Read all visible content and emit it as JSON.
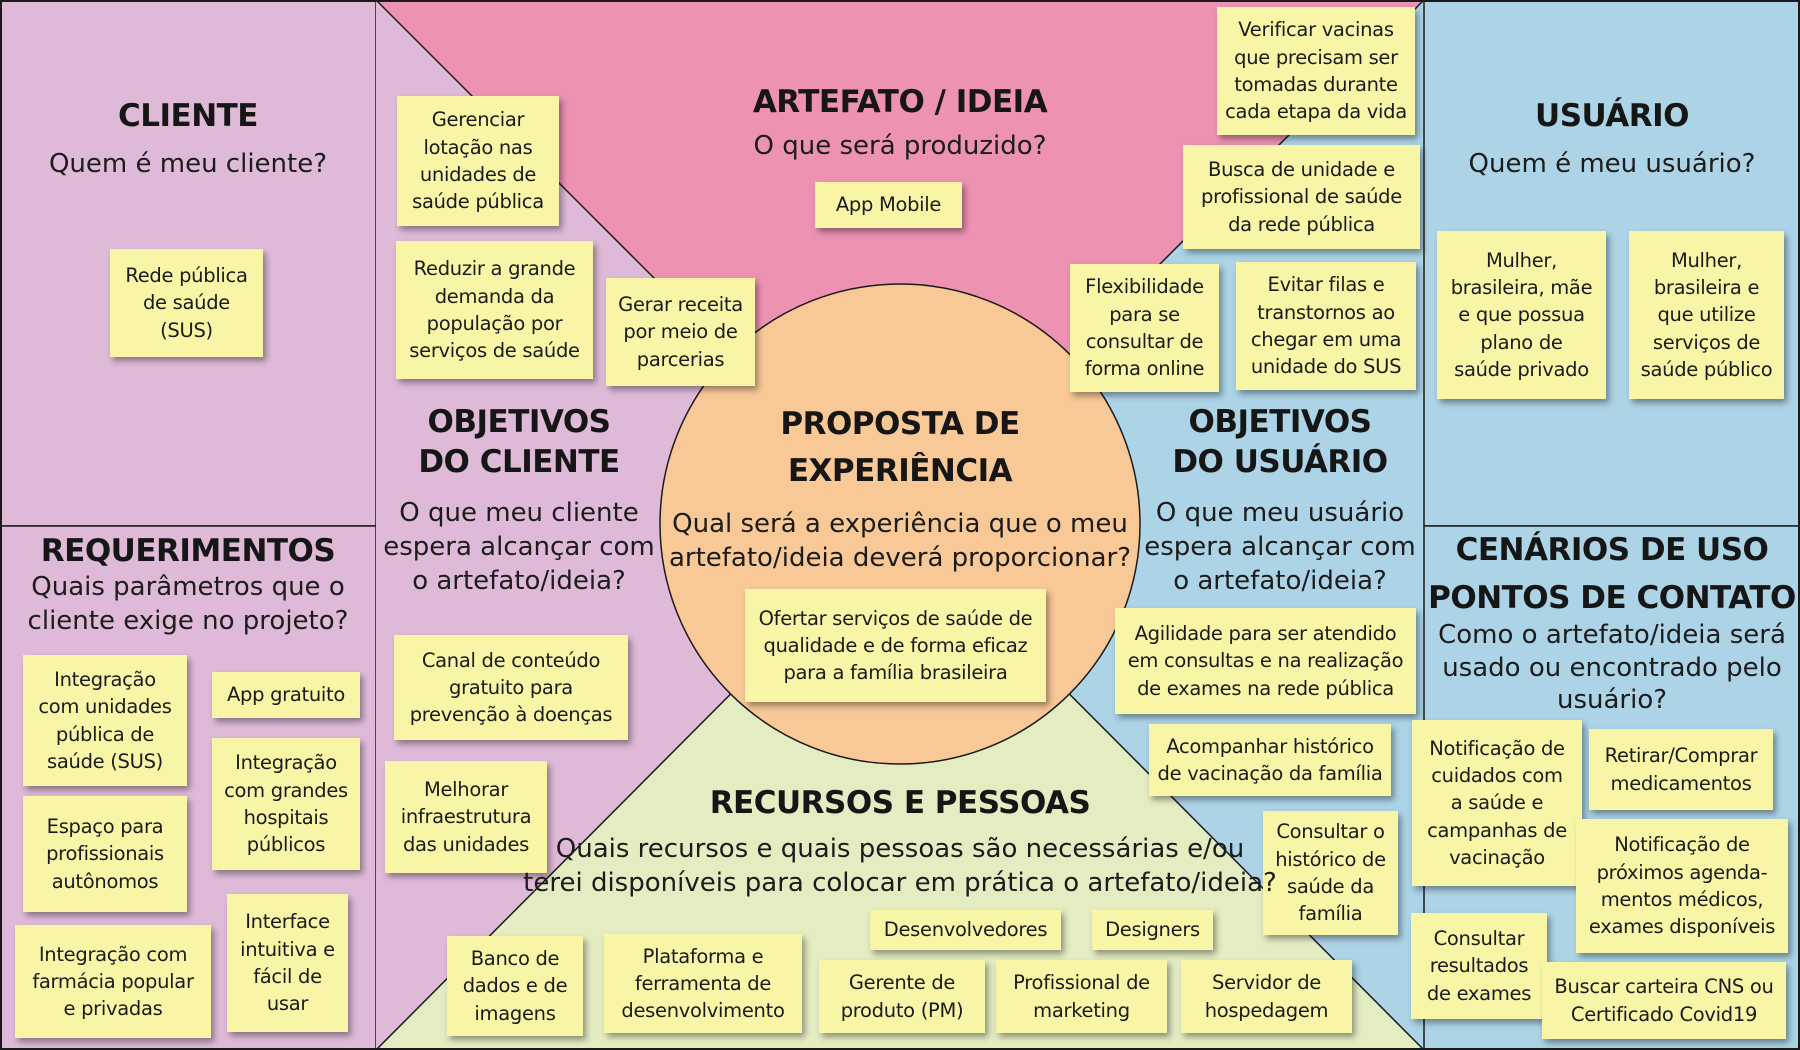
{
  "sections": {
    "cliente": {
      "title": "CLIENTE",
      "question": "Quem é meu cliente?"
    },
    "artefato": {
      "title": "ARTEFATO / IDEIA",
      "question": "O que será produzido?"
    },
    "usuario": {
      "title": "USUÁRIO",
      "question": "Quem é meu usuário?"
    },
    "objetivos_cliente": {
      "title": "OBJETIVOS\nDO CLIENTE",
      "question": "O que meu cliente\nespera alcançar com\no artefato/ideia?"
    },
    "proposta": {
      "title": "PROPOSTA DE\nEXPERIÊNCIA",
      "question": "Qual será a experiência que o meu\nartefato/ideia deverá proporcionar?"
    },
    "objetivos_usuario": {
      "title": "OBJETIVOS\nDO USUÁRIO",
      "question": "O que meu usuário\nespera alcançar com\no artefato/ideia?"
    },
    "requerimentos": {
      "title": "REQUERIMENTOS",
      "question": "Quais parâmetros que o\ncliente exige no projeto?"
    },
    "recursos": {
      "title": "RECURSOS E PESSOAS",
      "question": "Quais recursos e quais pessoas são necessárias e/ou\nterei disponíveis para colocar em prática o artefato/ideia?"
    },
    "cenarios": {
      "title": "CENÁRIOS DE USO\nPONTOS DE CONTATO",
      "question": "Como o artefato/ideia será\nusado ou encontrado pelo\nusuário?"
    }
  },
  "notes": {
    "cliente": [
      "Rede pública\nde saúde\n(SUS)"
    ],
    "artefato": [
      "App Mobile"
    ],
    "objetivos_cliente": [
      "Gerenciar\nlotação nas\nunidades de\nsaúde pública",
      "Reduzir a grande\ndemanda da\npopulação por\nserviços de saúde",
      "Gerar receita\npor meio de\nparcerias",
      "Canal de conteúdo\ngratuito para\nprevenção à doenças",
      "Melhorar\ninfraestrutura\ndas unidades"
    ],
    "objetivos_usuario": [
      "Verificar vacinas\nque precisam ser\ntomadas durante\ncada etapa da vida",
      "Busca de unidade e\nprofissional de saúde\nda rede pública",
      "Flexibilidade\npara se\nconsultar de\nforma online",
      "Evitar filas e\ntranstornos ao\nchegar em uma\nunidade do SUS",
      "Agilidade para ser atendido\nem consultas e na realização\nde exames na rede pública",
      "Acompanhar histórico\nde vacinação da família",
      "Consultar o\nhistórico de\nsaúde da\nfamília"
    ],
    "usuario": [
      "Mulher,\nbrasileira, mãe\ne que possua\nplano de\nsaúde privado",
      "Mulher,\nbrasileira e\nque utilize\nserviços de\nsaúde público"
    ],
    "proposta": [
      "Ofertar serviços de saúde de\nqualidade e de forma eficaz\npara a família brasileira"
    ],
    "requerimentos": [
      "Integração\ncom unidades\npública de\nsaúde (SUS)",
      "App gratuito",
      "Integração\ncom grandes\nhospitais\npúblicos",
      "Espaço para\nprofissionais\nautônomos",
      "Interface\nintuitiva e\nfácil de\nusar",
      "Integração com\nfarmácia popular\ne privadas"
    ],
    "recursos": [
      "Banco de\ndados e de\nimagens",
      "Plataforma e\nferramenta de\ndesenvolvimento",
      "Desenvolvedores",
      "Designers",
      "Gerente de\nproduto (PM)",
      "Profissional de\nmarketing",
      "Servidor de\nhospedagem"
    ],
    "cenarios": [
      "Notificação de\ncuidados com\na saúde e\ncampanhas de\nvacinação",
      "Retirar/Comprar\nmedicamentos",
      "Notificação de\npróximos agenda-\nmentos médicos,\nexames disponíveis",
      "Consultar\nresultados\nde exames",
      "Buscar carteira CNS ou\nCertificado Covid19"
    ]
  },
  "colors": {
    "cliente_bg": "#dfbad8",
    "artefato_bg": "#ee92b4",
    "usuario_bg": "#acd4e6",
    "recursos_bg": "#e4ecc2",
    "proposta_bg": "#f8c896",
    "note_bg": "#f8f5a7",
    "line": "#1a1a1a"
  }
}
